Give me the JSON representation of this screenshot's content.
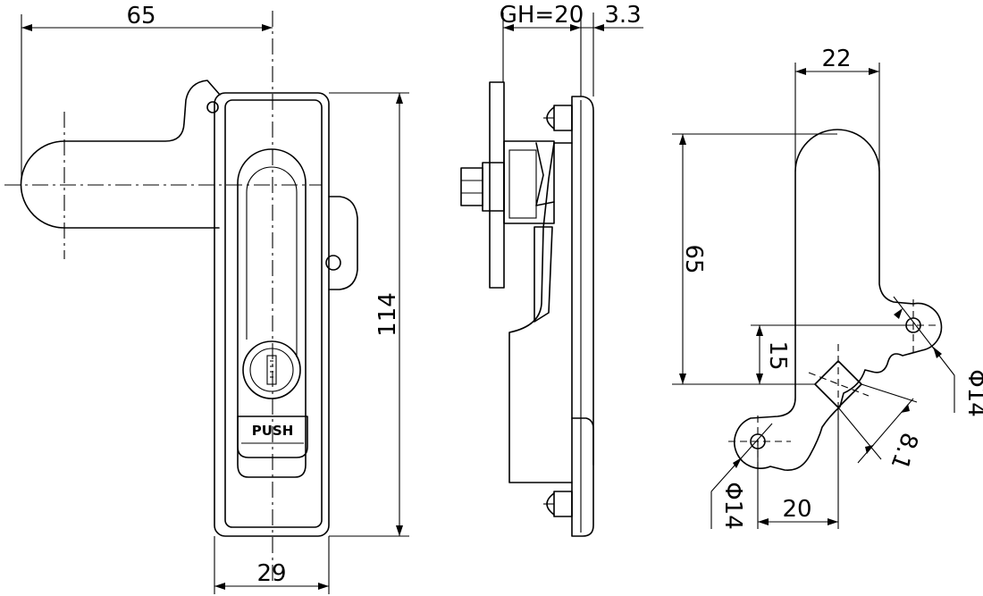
{
  "front_view": {
    "dim_handle_length": "65",
    "dim_height": "114",
    "dim_width": "29",
    "button_label": "PUSH"
  },
  "side_view": {
    "dim_grip": "GH=20",
    "dim_plate": "3.3"
  },
  "cutout_view": {
    "dim_top_width": "22",
    "dim_height": "65",
    "dim_offset": "15",
    "dim_hole_right": "Φ14",
    "dim_hole_left": "Φ14",
    "dim_square": "8.1",
    "dim_bottom": "20"
  }
}
